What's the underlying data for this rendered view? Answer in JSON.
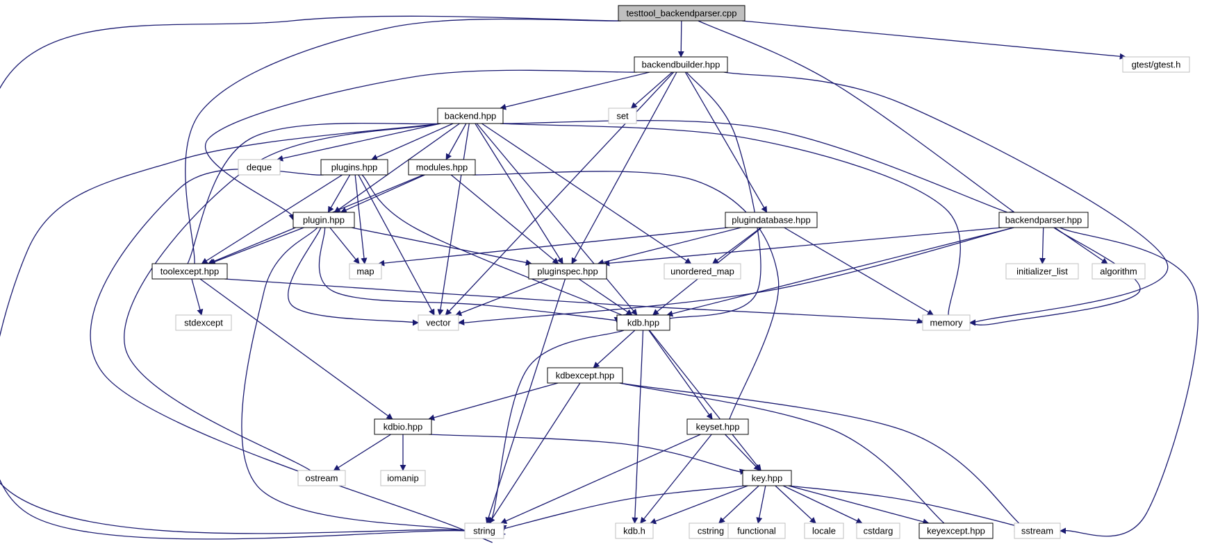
{
  "diagram": {
    "root": "testtool_backendparser.cpp",
    "colors": {
      "edge": "#191970",
      "root_fill": "#bfbfbf",
      "project_border": "#000000",
      "external_border": "#bfbfbf"
    },
    "nodes": [
      {
        "id": "root",
        "label": "testtool_backendparser.cpp",
        "kind": "root"
      },
      {
        "id": "backendbuilder",
        "label": "backendbuilder.hpp",
        "kind": "project"
      },
      {
        "id": "gtest",
        "label": "gtest/gtest.h",
        "kind": "external"
      },
      {
        "id": "backend",
        "label": "backend.hpp",
        "kind": "project"
      },
      {
        "id": "set",
        "label": "set",
        "kind": "external"
      },
      {
        "id": "deque",
        "label": "deque",
        "kind": "external"
      },
      {
        "id": "plugins",
        "label": "plugins.hpp",
        "kind": "project"
      },
      {
        "id": "modules",
        "label": "modules.hpp",
        "kind": "project"
      },
      {
        "id": "plugin",
        "label": "plugin.hpp",
        "kind": "project"
      },
      {
        "id": "plugindatabase",
        "label": "plugindatabase.hpp",
        "kind": "project"
      },
      {
        "id": "backendparser",
        "label": "backendparser.hpp",
        "kind": "project"
      },
      {
        "id": "toolexcept",
        "label": "toolexcept.hpp",
        "kind": "project"
      },
      {
        "id": "map",
        "label": "map",
        "kind": "external"
      },
      {
        "id": "pluginspec",
        "label": "pluginspec.hpp",
        "kind": "project"
      },
      {
        "id": "unordered_map",
        "label": "unordered_map",
        "kind": "external"
      },
      {
        "id": "initializer_list",
        "label": "initializer_list",
        "kind": "external"
      },
      {
        "id": "algorithm",
        "label": "algorithm",
        "kind": "external"
      },
      {
        "id": "stdexcept",
        "label": "stdexcept",
        "kind": "external"
      },
      {
        "id": "vector",
        "label": "vector",
        "kind": "external"
      },
      {
        "id": "kdb_hpp",
        "label": "kdb.hpp",
        "kind": "project"
      },
      {
        "id": "memory",
        "label": "memory",
        "kind": "external"
      },
      {
        "id": "kdbexcept",
        "label": "kdbexcept.hpp",
        "kind": "project"
      },
      {
        "id": "kdbio",
        "label": "kdbio.hpp",
        "kind": "project"
      },
      {
        "id": "keyset",
        "label": "keyset.hpp",
        "kind": "project"
      },
      {
        "id": "ostream",
        "label": "ostream",
        "kind": "external"
      },
      {
        "id": "iomanip",
        "label": "iomanip",
        "kind": "external"
      },
      {
        "id": "key",
        "label": "key.hpp",
        "kind": "project"
      },
      {
        "id": "string",
        "label": "string",
        "kind": "external"
      },
      {
        "id": "kdb_h",
        "label": "kdb.h",
        "kind": "external"
      },
      {
        "id": "cstring",
        "label": "cstring",
        "kind": "external"
      },
      {
        "id": "functional",
        "label": "functional",
        "kind": "external"
      },
      {
        "id": "locale",
        "label": "locale",
        "kind": "external"
      },
      {
        "id": "cstdarg",
        "label": "cstdarg",
        "kind": "external"
      },
      {
        "id": "keyexcept",
        "label": "keyexcept.hpp",
        "kind": "project"
      },
      {
        "id": "sstream",
        "label": "sstream",
        "kind": "external"
      }
    ],
    "edges": [
      [
        "root",
        "backendbuilder"
      ],
      [
        "root",
        "gtest"
      ],
      [
        "root",
        "backendparser"
      ],
      [
        "root",
        "toolexcept"
      ],
      [
        "root",
        "string"
      ],
      [
        "backendbuilder",
        "backend"
      ],
      [
        "backendbuilder",
        "set"
      ],
      [
        "backendbuilder",
        "plugin"
      ],
      [
        "backendbuilder",
        "vector"
      ],
      [
        "backendbuilder",
        "pluginspec"
      ],
      [
        "backendbuilder",
        "plugindatabase"
      ],
      [
        "backendbuilder",
        "kdb_hpp"
      ],
      [
        "backendbuilder",
        "memory"
      ],
      [
        "backend",
        "deque"
      ],
      [
        "backend",
        "plugins"
      ],
      [
        "backend",
        "modules"
      ],
      [
        "backend",
        "plugin"
      ],
      [
        "backend",
        "toolexcept"
      ],
      [
        "backend",
        "pluginspec"
      ],
      [
        "backend",
        "vector"
      ],
      [
        "backend",
        "kdb_hpp"
      ],
      [
        "backend",
        "unordered_map"
      ],
      [
        "backend",
        "memory"
      ],
      [
        "backend",
        "backendparser"
      ],
      [
        "backend",
        "string"
      ],
      [
        "backend",
        "ostream"
      ],
      [
        "plugins",
        "plugin"
      ],
      [
        "plugins",
        "map"
      ],
      [
        "plugins",
        "vector"
      ],
      [
        "plugins",
        "toolexcept"
      ],
      [
        "plugins",
        "kdb_hpp"
      ],
      [
        "plugins",
        "string"
      ],
      [
        "modules",
        "plugin"
      ],
      [
        "modules",
        "toolexcept"
      ],
      [
        "modules",
        "pluginspec"
      ],
      [
        "modules",
        "keyset"
      ],
      [
        "plugin",
        "toolexcept"
      ],
      [
        "plugin",
        "map"
      ],
      [
        "plugin",
        "pluginspec"
      ],
      [
        "plugin",
        "vector"
      ],
      [
        "plugin",
        "kdb_hpp"
      ],
      [
        "plugin",
        "string"
      ],
      [
        "plugindatabase",
        "map"
      ],
      [
        "plugindatabase",
        "pluginspec"
      ],
      [
        "plugindatabase",
        "unordered_map"
      ],
      [
        "plugindatabase",
        "kdb_hpp"
      ],
      [
        "plugindatabase",
        "memory"
      ],
      [
        "backendparser",
        "pluginspec"
      ],
      [
        "backendparser",
        "vector"
      ],
      [
        "backendparser",
        "kdb_hpp"
      ],
      [
        "backendparser",
        "initializer_list"
      ],
      [
        "backendparser",
        "algorithm"
      ],
      [
        "backendparser",
        "memory"
      ],
      [
        "backendparser",
        "sstream"
      ],
      [
        "toolexcept",
        "stdexcept"
      ],
      [
        "toolexcept",
        "kdbio"
      ],
      [
        "toolexcept",
        "memory"
      ],
      [
        "pluginspec",
        "kdb_hpp"
      ],
      [
        "pluginspec",
        "vector"
      ],
      [
        "pluginspec",
        "string"
      ],
      [
        "kdb_hpp",
        "kdbexcept"
      ],
      [
        "kdb_hpp",
        "keyset"
      ],
      [
        "kdb_hpp",
        "key"
      ],
      [
        "kdb_hpp",
        "kdb_h"
      ],
      [
        "kdb_hpp",
        "string"
      ],
      [
        "kdbexcept",
        "kdbio"
      ],
      [
        "kdbexcept",
        "string"
      ],
      [
        "kdbexcept",
        "keyexcept"
      ],
      [
        "kdbexcept",
        "sstream"
      ],
      [
        "kdbio",
        "ostream"
      ],
      [
        "kdbio",
        "iomanip"
      ],
      [
        "kdbio",
        "key"
      ],
      [
        "keyset",
        "key"
      ],
      [
        "keyset",
        "kdb_h"
      ],
      [
        "keyset",
        "string"
      ],
      [
        "key",
        "string"
      ],
      [
        "key",
        "kdb_h"
      ],
      [
        "key",
        "cstring"
      ],
      [
        "key",
        "functional"
      ],
      [
        "key",
        "locale"
      ],
      [
        "key",
        "cstdarg"
      ],
      [
        "key",
        "keyexcept"
      ],
      [
        "key",
        "sstream"
      ]
    ]
  }
}
